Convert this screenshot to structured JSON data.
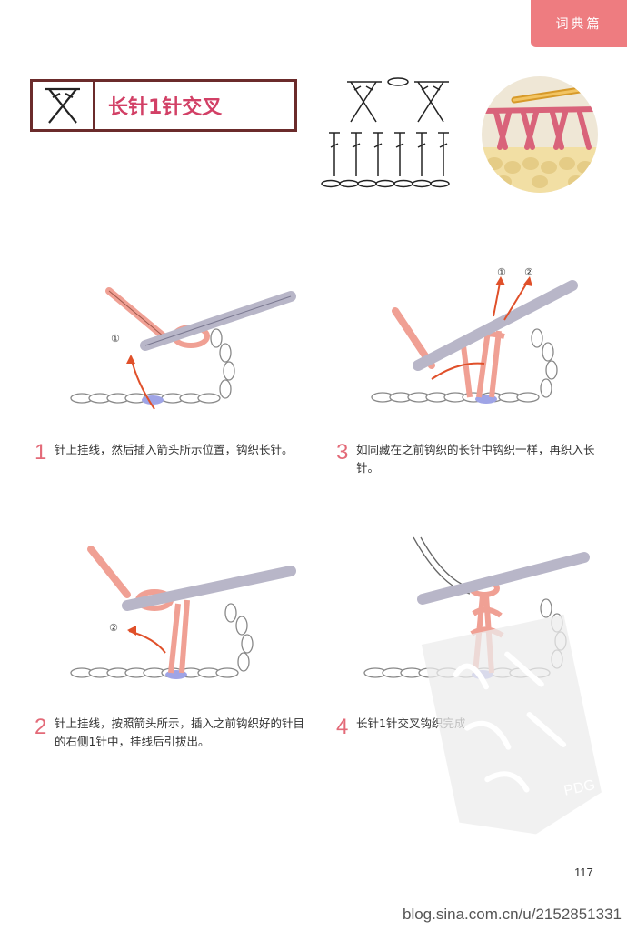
{
  "header": {
    "section_tab": "词典篇"
  },
  "title": {
    "text": "长针1针交叉",
    "symbol": "crossed-double-crochet-symbol"
  },
  "steps": [
    {
      "number": "1",
      "text": "针上挂线，然后插入箭头所示位置，钩织长针。"
    },
    {
      "number": "2",
      "text": "针上挂线，按照箭头所示，插入之前钩织好的针目的右侧1针中，挂线后引拔出。"
    },
    {
      "number": "3",
      "text": "如同藏在之前钩织的长针中钩织一样，再织入长针。"
    },
    {
      "number": "4",
      "text": "长针1针交叉钩织完成。"
    }
  ],
  "illustration_markers": {
    "step1": "①",
    "step2": "②",
    "step3_a": "①",
    "step3_b": "②"
  },
  "footer": {
    "page_number": "117",
    "blog_url": "blog.sina.com.cn/u/2152851331"
  },
  "watermark": {
    "small_text": "PDG"
  },
  "colors": {
    "accent": "#ee7c80",
    "title_text": "#d24066",
    "frame": "#6b2b2b",
    "yarn_pink": "#f0a094",
    "arrow": "#e0502a",
    "hook": "#b8b6c8"
  }
}
